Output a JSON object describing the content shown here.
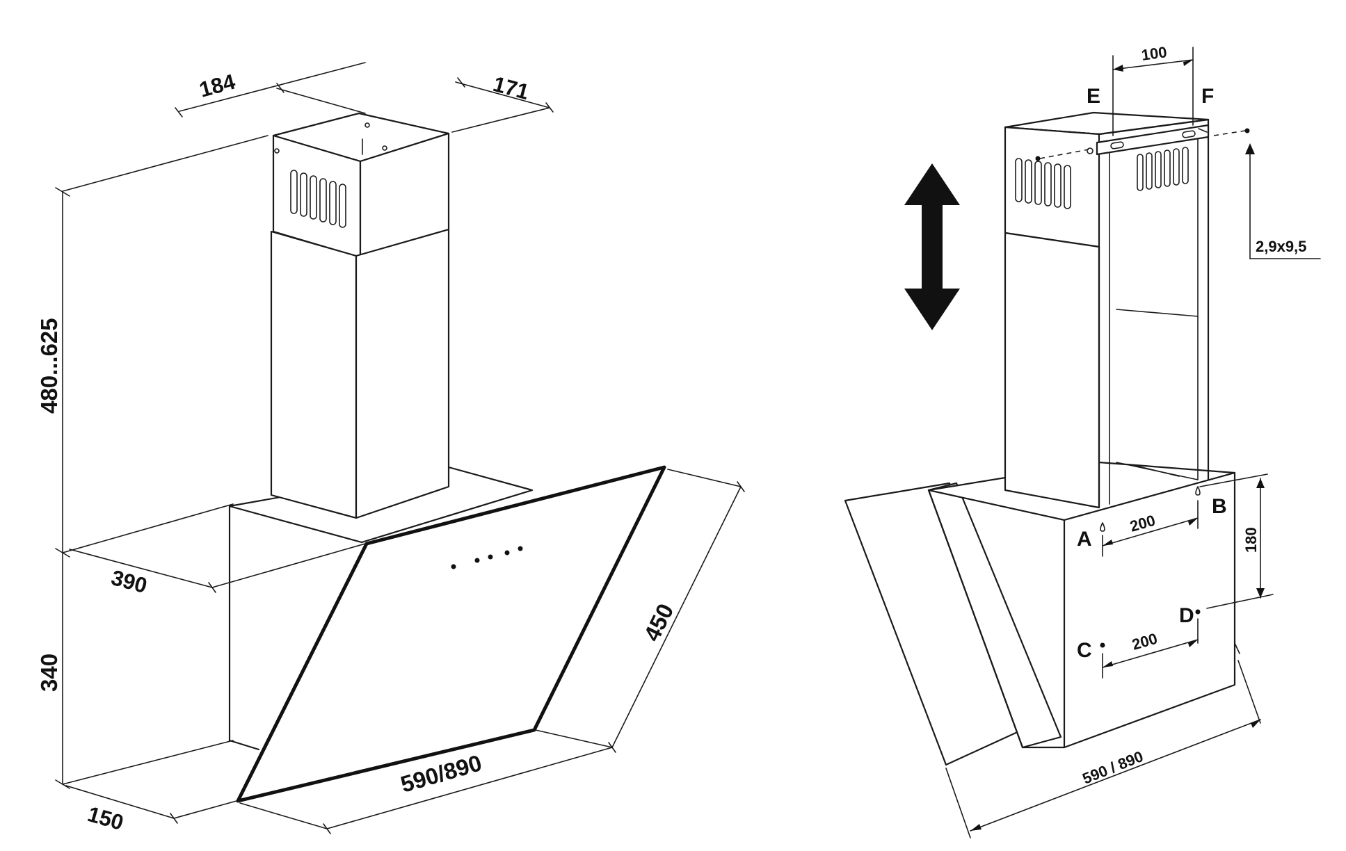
{
  "left_view": {
    "dims": {
      "top_width": "184",
      "top_depth": "171",
      "chimney_height": "480...625",
      "base_depth": "390",
      "glass_height": "450",
      "width": "590/890",
      "body_height": "340",
      "bottom_depth": "150"
    }
  },
  "right_view": {
    "dims": {
      "bracket_width": "100",
      "screw": "2,9x9,5",
      "ab_spacing": "200",
      "cd_spacing": "200",
      "vertical_spacing": "180",
      "width": "590 / 890"
    },
    "points": {
      "e": "E",
      "f": "F",
      "a": "A",
      "b": "B",
      "c": "C",
      "d": "D"
    }
  },
  "icons": {
    "adjust_arrow": "vertical-double-arrow-icon"
  },
  "colors": {
    "line": "#1a1a1a",
    "background": "#ffffff"
  }
}
